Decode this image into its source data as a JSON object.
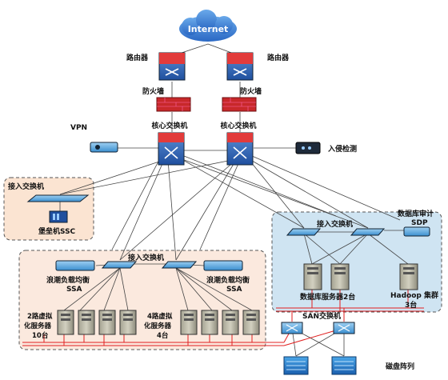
{
  "internet": {
    "label": "Internet"
  },
  "routers": {
    "left_label": "路由器",
    "right_label": "路由器"
  },
  "firewalls": {
    "left_label": "防火墙",
    "right_label": "防火墙"
  },
  "core": {
    "left_label": "核心交换机",
    "right_label": "核心交换机"
  },
  "vpn": {
    "label": "VPN"
  },
  "ids": {
    "label": "入侵检测"
  },
  "left_zone": {
    "switch_label": "接入交换机",
    "bastion_label": "堡垒机SSC"
  },
  "server_zone": {
    "switch_label": "接入交换机",
    "lb_left_line1": "浪潮负载均衡",
    "lb_left_line2": "SSA",
    "lb_right_line1": "浪潮负载均衡",
    "lb_right_line2": "SSA",
    "vs_left_line1": "2路虚拟",
    "vs_left_line2": "化服务器",
    "vs_left_line3": "10台",
    "vs_right_line1": "4路虚拟",
    "vs_right_line2": "化服务器",
    "vs_right_line3": "4台"
  },
  "db_zone": {
    "switch_label": "接入交换机",
    "audit_line1": "数据库审计",
    "audit_line2": "SDP",
    "db_servers_label": "数据库服务器2台",
    "hadoop_line1": "Hadoop 集群",
    "hadoop_line2": "3台"
  },
  "san": {
    "label": "SAN交换机",
    "disk_array_label": "磁盘阵列"
  }
}
